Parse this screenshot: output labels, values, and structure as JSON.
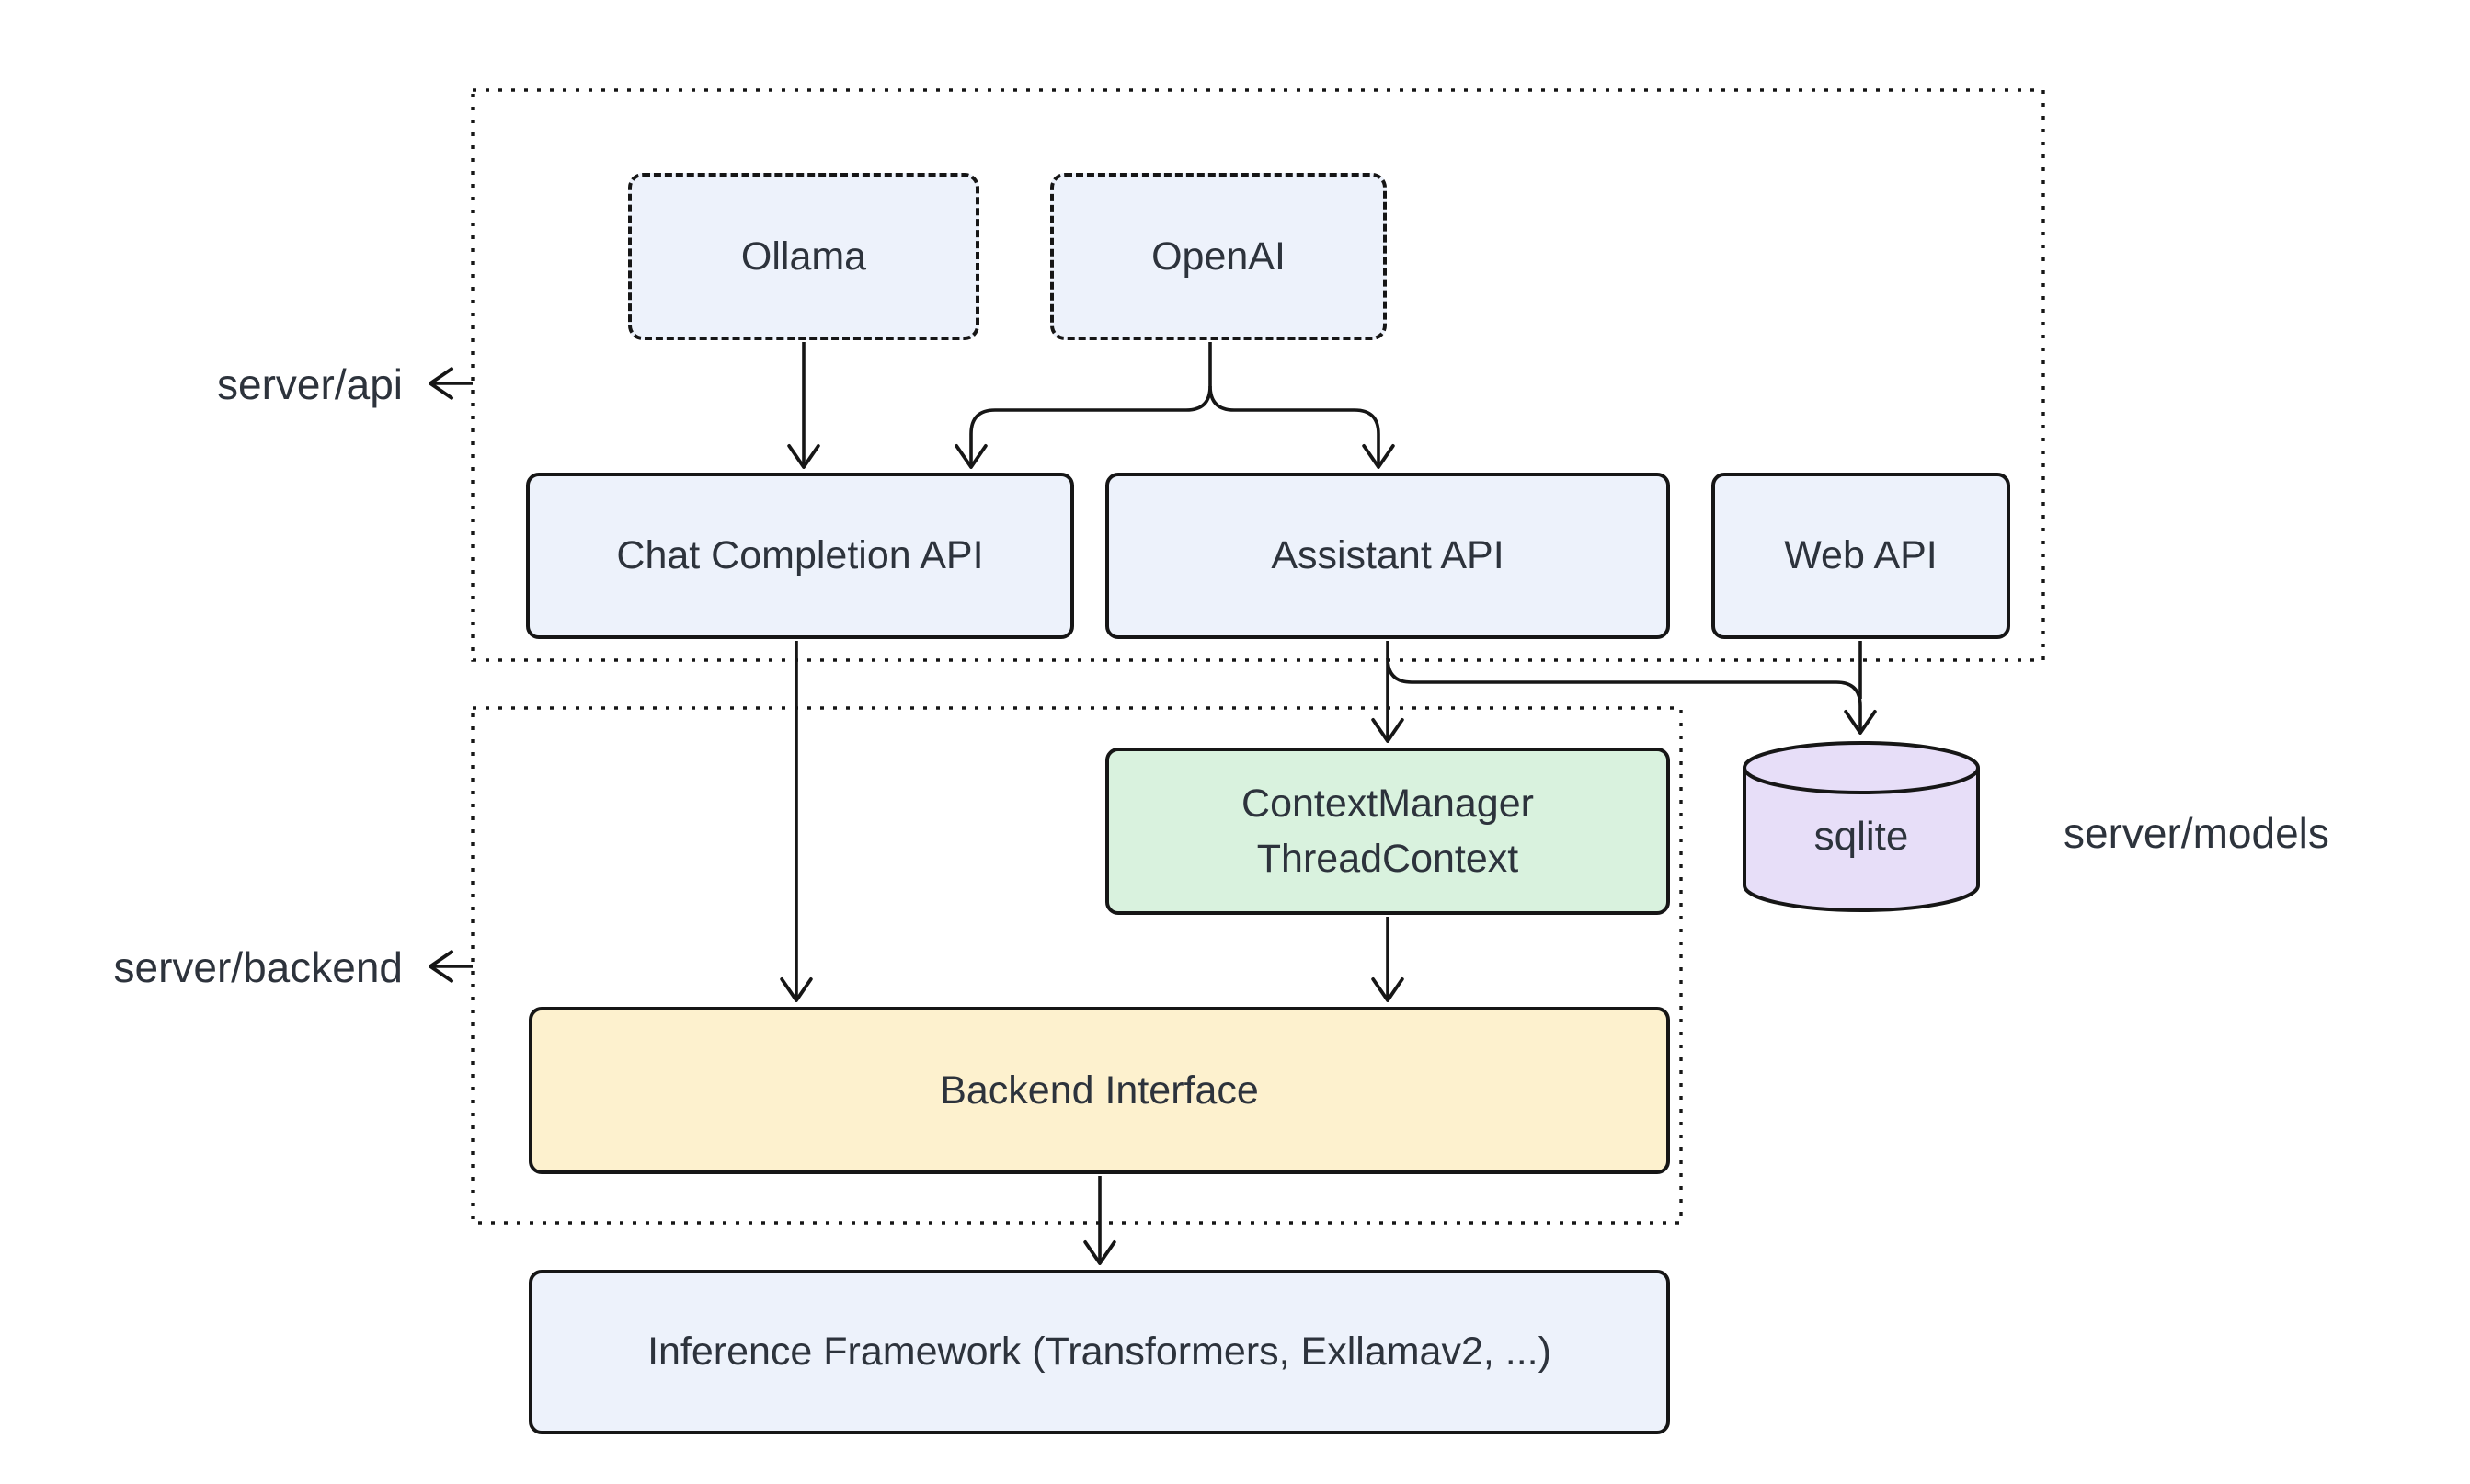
{
  "diagram": {
    "type": "architecture-flowchart",
    "background": "#ffffff",
    "colors": {
      "node_fill_blue": "#edf2fb",
      "node_fill_green": "#d9f2de",
      "node_fill_yellow": "#fdf1ce",
      "node_fill_purple": "#e7def8",
      "stroke": "#161616",
      "text": "#2d333c",
      "background": "#ffffff"
    },
    "containers": {
      "api": {
        "label": "server/api",
        "border": "dotted"
      },
      "backend": {
        "label": "server/backend",
        "border": "dotted"
      },
      "models": {
        "label": "server/models"
      }
    },
    "nodes": {
      "ollama": {
        "label": "Ollama",
        "style": "dashed-blue"
      },
      "openai": {
        "label": "OpenAI",
        "style": "dashed-blue"
      },
      "chat_completion_api": {
        "label": "Chat Completion API",
        "style": "solid-blue"
      },
      "assistant_api": {
        "label": "Assistant API",
        "style": "solid-blue"
      },
      "web_api": {
        "label": "Web API",
        "style": "solid-blue"
      },
      "context_manager": {
        "line1": "ContextManager",
        "line2": "ThreadContext",
        "style": "solid-green"
      },
      "sqlite": {
        "label": "sqlite",
        "style": "cylinder-purple"
      },
      "backend_interface": {
        "label": "Backend Interface",
        "style": "solid-yellow"
      },
      "inference_framework": {
        "label": "Inference Framework (Transformers, Exllamav2, ...)",
        "style": "solid-blue"
      }
    },
    "edges": [
      {
        "from": "Ollama",
        "to": "Chat Completion API",
        "arrow": true
      },
      {
        "from": "OpenAI",
        "to": "Chat Completion API",
        "arrow": true
      },
      {
        "from": "OpenAI",
        "to": "Assistant API",
        "arrow": true
      },
      {
        "from": "Chat Completion API",
        "to": "Backend Interface",
        "arrow": true
      },
      {
        "from": "Assistant API",
        "to": "ContextManager ThreadContext",
        "arrow": true
      },
      {
        "from": "Assistant API",
        "to": "sqlite",
        "arrow": true
      },
      {
        "from": "Web API",
        "to": "sqlite",
        "arrow": true
      },
      {
        "from": "ContextManager ThreadContext",
        "to": "Backend Interface",
        "arrow": true
      },
      {
        "from": "Backend Interface",
        "to": "Inference Framework (Transformers, Exllamav2, ...)",
        "arrow": true
      },
      {
        "from": "server/api container border",
        "to": "server/api label",
        "arrow": true
      },
      {
        "from": "server/backend container border",
        "to": "server/backend label",
        "arrow": true
      }
    ]
  }
}
